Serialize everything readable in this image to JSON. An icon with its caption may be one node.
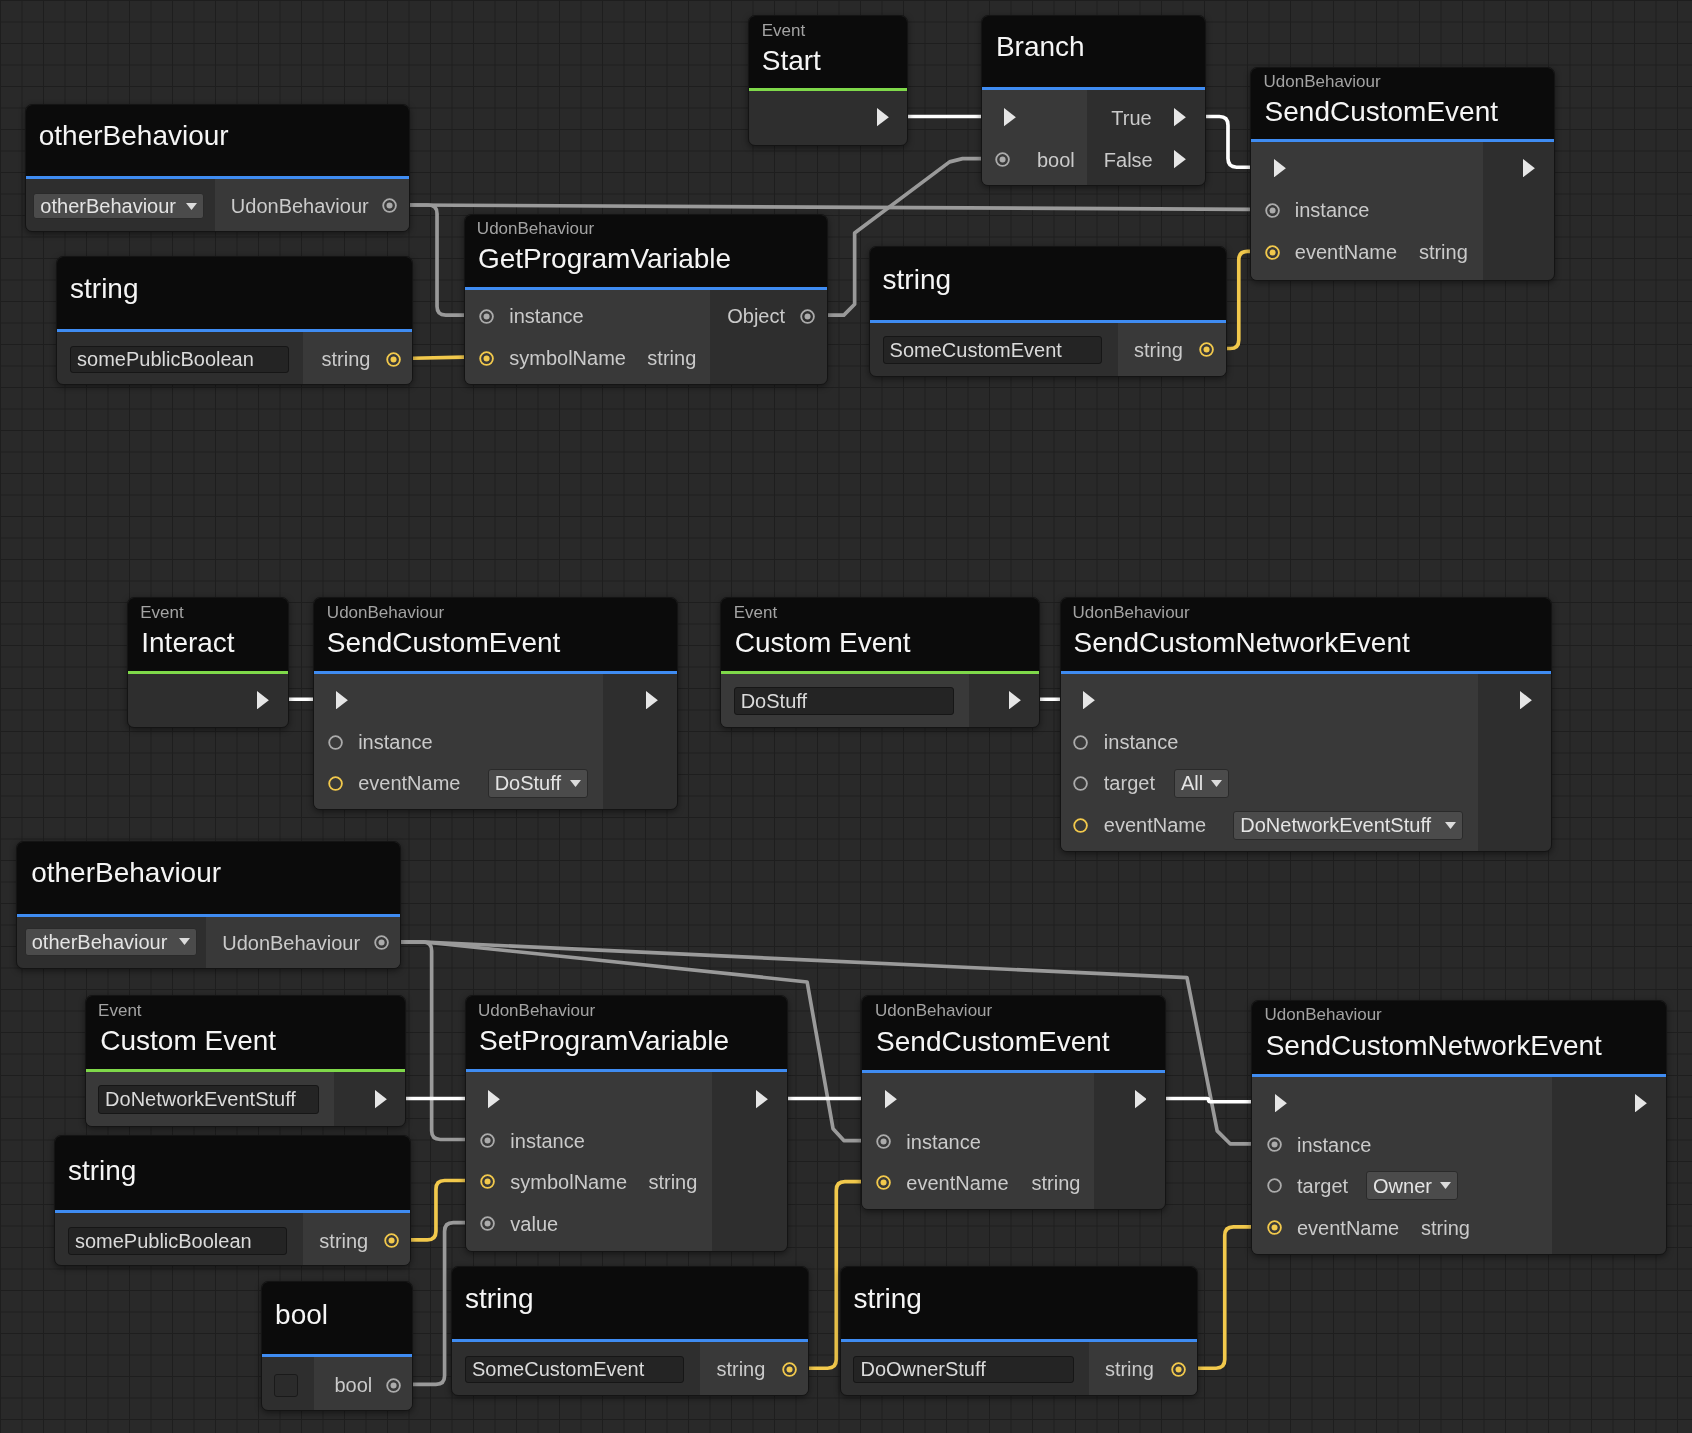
{
  "diagram": {
    "nodes": [
      {
        "text": [
          "Event",
          "Start"
        ]
      },
      {
        "text": [
          "Branch",
          "True",
          "bool",
          "False"
        ]
      },
      {
        "text": [
          "UdonBehaviour",
          "SendCustomEvent",
          "instance",
          "eventName",
          "string"
        ]
      },
      {
        "text": [
          "otherBehaviour",
          "otherBehaviour",
          "UdonBehaviour"
        ]
      },
      {
        "text": [
          "string",
          "somePublicBoolean",
          "string"
        ]
      },
      {
        "text": [
          "UdonBehaviour",
          "GetProgramVariable",
          "instance",
          "Object",
          "symbolName",
          "string"
        ]
      },
      {
        "text": [
          "string",
          "SomeCustomEvent",
          "string"
        ]
      },
      {
        "text": [
          "Event",
          "Interact"
        ]
      },
      {
        "text": [
          "UdonBehaviour",
          "SendCustomEvent",
          "instance",
          "eventName",
          "DoStuff"
        ]
      },
      {
        "text": [
          "Event",
          "Custom Event",
          "DoStuff"
        ]
      },
      {
        "text": [
          "UdonBehaviour",
          "SendCustomNetworkEvent",
          "instance",
          "target",
          "All",
          "eventName",
          "DoNetworkEventStuff"
        ]
      },
      {
        "text": [
          "otherBehaviour",
          "otherBehaviour",
          "UdonBehaviour"
        ]
      },
      {
        "text": [
          "Event",
          "Custom Event",
          "DoNetworkEventStuff"
        ]
      },
      {
        "text": [
          "UdonBehaviour",
          "SetProgramVariable",
          "instance",
          "symbolName",
          "string",
          "value"
        ]
      },
      {
        "text": [
          "UdonBehaviour",
          "SendCustomEvent",
          "instance",
          "eventName",
          "string"
        ]
      },
      {
        "text": [
          "UdonBehaviour",
          "SendCustomNetworkEvent",
          "instance",
          "target",
          "Owner",
          "eventName",
          "string"
        ]
      },
      {
        "text": [
          "string",
          "somePublicBoolean",
          "string"
        ]
      },
      {
        "text": [
          "bool",
          "bool"
        ]
      },
      {
        "text": [
          "string",
          "SomeCustomEvent",
          "string"
        ]
      },
      {
        "text": [
          "string",
          "DoOwnerStuff",
          "string"
        ]
      }
    ],
    "edges": [
      {
        "from": 0,
        "to": 1,
        "arrow": "none",
        "color": "#ffffff"
      },
      {
        "from": 1,
        "to": 2,
        "arrow": "none",
        "color": "#ffffff"
      },
      {
        "from": 3,
        "to": 2,
        "arrow": "none",
        "color": "#9a9a9a"
      },
      {
        "from": 3,
        "to": 5,
        "arrow": "none",
        "color": "#9a9a9a"
      },
      {
        "from": 4,
        "to": 5,
        "arrow": "none",
        "color": "#f2c94c"
      },
      {
        "from": 5,
        "to": 1,
        "arrow": "none",
        "color": "#9a9a9a"
      },
      {
        "from": 6,
        "to": 2,
        "arrow": "none",
        "color": "#f2c94c"
      },
      {
        "from": 7,
        "to": 8,
        "arrow": "none",
        "color": "#ffffff"
      },
      {
        "from": 9,
        "to": 10,
        "arrow": "none",
        "color": "#ffffff"
      },
      {
        "from": 11,
        "to": 13,
        "arrow": "none",
        "color": "#9a9a9a"
      },
      {
        "from": 11,
        "to": 14,
        "arrow": "none",
        "color": "#9a9a9a"
      },
      {
        "from": 11,
        "to": 15,
        "arrow": "none",
        "color": "#9a9a9a"
      },
      {
        "from": 12,
        "to": 13,
        "arrow": "none",
        "color": "#ffffff"
      },
      {
        "from": 13,
        "to": 14,
        "arrow": "none",
        "color": "#ffffff"
      },
      {
        "from": 14,
        "to": 15,
        "arrow": "none",
        "color": "#ffffff"
      },
      {
        "from": 16,
        "to": 13,
        "arrow": "none",
        "color": "#f2c94c"
      },
      {
        "from": 17,
        "to": 13,
        "arrow": "none",
        "color": "#9a9a9a"
      },
      {
        "from": 18,
        "to": 14,
        "arrow": "none",
        "color": "#f2c94c"
      },
      {
        "from": 19,
        "to": 15,
        "arrow": "none",
        "color": "#f2c94c"
      }
    ]
  }
}
